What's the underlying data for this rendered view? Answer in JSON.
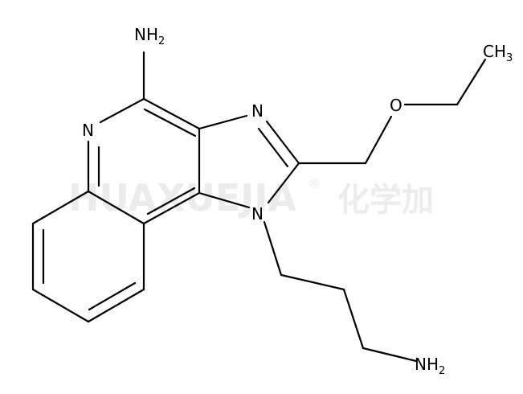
{
  "watermark": {
    "brand": "HUAXUEJIA",
    "registered_mark": "®",
    "chinese": "化学加"
  },
  "atoms": {
    "amine_top": {
      "main": "NH",
      "sub": "2"
    },
    "quinoline_n": "N",
    "imidazole_n3": "N",
    "imidazole_n1": "N",
    "ether_o": "O",
    "methyl": {
      "main": "CH",
      "sub": "3"
    },
    "amine_chain": {
      "main": "NH",
      "sub": "2"
    }
  }
}
